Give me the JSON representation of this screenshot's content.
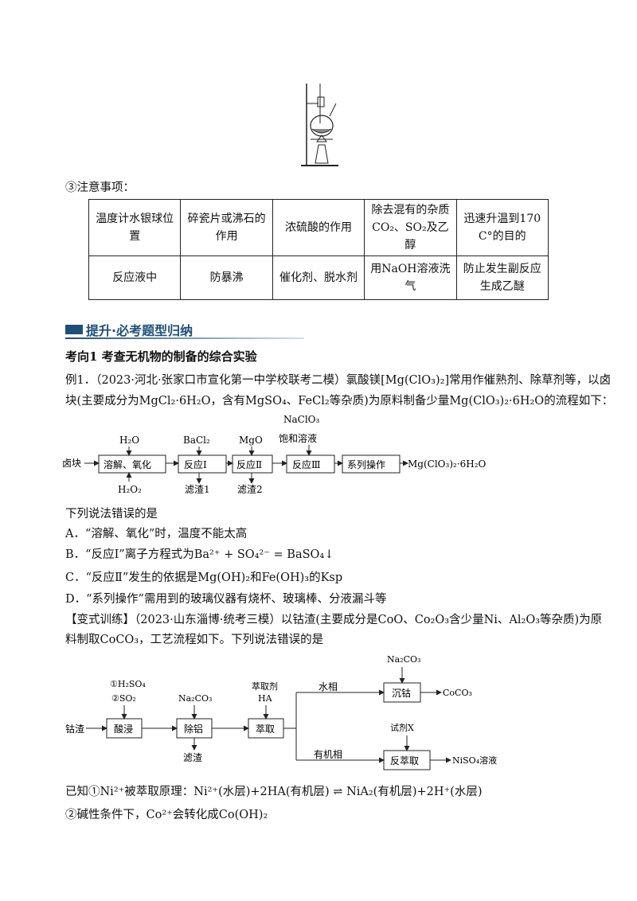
{
  "notes_label": "③注意事项：",
  "notes_table": {
    "headers": [
      "温度计水银球位置",
      "碎瓷片或沸石的作用",
      "浓硫酸的作用",
      "除去混有的杂质CO₂、SO₂及乙醇",
      "迅速升温到170 C°的目的"
    ],
    "values": [
      "反应液中",
      "防暴沸",
      "催化剂、脱水剂",
      "用NaOH溶液洗气",
      "防止发生副反应生成乙醚"
    ]
  },
  "banner_title": "提升·必考题型归纳",
  "section_heading": "考向1 考查无机物的制备的综合实验",
  "example1": {
    "line1": "例1．（2023·河北·张家口市宣化第一中学校联考二模）氯酸镁[Mg(ClO₃)₂]常用作催熟剂、除草剂等，以卤",
    "line2": "块(主要成分为MgCl₂·6H₂O，含有MgSO₄、FeCl₂等杂质)为原料制备少量Mg(ClO₃)₂·6H₂O的流程如下："
  },
  "flow1": {
    "start": "卤块",
    "boxes": [
      "溶解、氧化",
      "反应Ⅰ",
      "反应Ⅱ",
      "反应Ⅲ",
      "系列操作"
    ],
    "product": "Mg(ClO₃)₂·6H₂O",
    "inputs_top": [
      "H₂O",
      "BaCl₂",
      "MgO",
      "NaClO₃",
      "饱和溶液"
    ],
    "input_bottom": "H₂O₂",
    "outputs": [
      "滤渣1",
      "滤渣2"
    ]
  },
  "question1": "下列说法错误的是",
  "options1": [
    "A．“溶解、氧化”时，温度不能太高",
    "B．“反应Ⅰ”离子方程式为Ba²⁺ + SO₄²⁻ = BaSO₄↓",
    "C．“反应Ⅱ”发生的依据是Mg(OH)₂和Fe(OH)₃的Ksp",
    "D．“系列操作”需用到的玻璃仪器有烧杯、玻璃棒、分液漏斗等"
  ],
  "variant": {
    "line1": "【变式训练】（2023·山东淄博·统考三模）以钴渣(主要成分是CoO、Co₂O₃含少量Ni、Al₂O₃等杂质)为原",
    "line2": "料制取CoCO₃，工艺流程如下。下列说法错误的是"
  },
  "flow2": {
    "start": "钴渣",
    "boxes": [
      "酸浸",
      "除铝",
      "萃取",
      "沉钴",
      "反萃取"
    ],
    "inputs": [
      "①H₂SO₄",
      "②SO₂",
      "Na₂CO₃",
      "萃取剂",
      "HA",
      "Na₂CO₃",
      "试剂X"
    ],
    "branch_labels": [
      "水相",
      "有机相"
    ],
    "residue": "滤渣",
    "products": [
      "CoCO₃",
      "NiSO₄溶液"
    ]
  },
  "known": {
    "line1": "已知①Ni²⁺被萃取原理：Ni²⁺(水层)+2HA(有机层) ⇌ NiA₂(有机层)+2H⁺(水层)",
    "line2": "②碱性条件下，Co²⁺会转化成Co(OH)₂"
  }
}
